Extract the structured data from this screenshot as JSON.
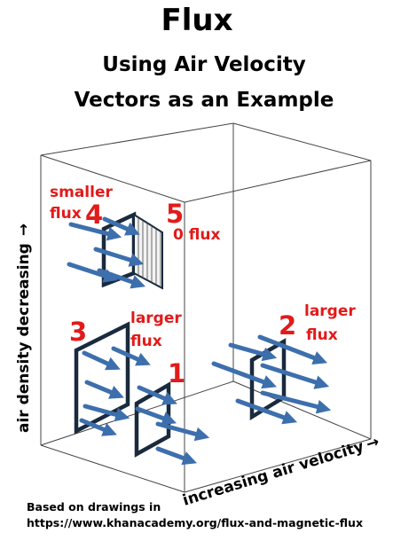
{
  "title": "Flux",
  "subtitle_line1": "Using Air Velocity",
  "subtitle_line2": "Vectors as an Example",
  "y_axis_label": "air density decreasing",
  "x_axis_label": "increasing air velocity",
  "credit_line1": "Based on drawings in",
  "credit_line2": "https://www.khanacademy.org/flux-and-magnetic-flux",
  "colors": {
    "label": "#e21a1a",
    "arrow": "#3d6fad",
    "frame": "#1a2a3d"
  },
  "surfaces": [
    {
      "number": "1",
      "label": ""
    },
    {
      "number": "2",
      "label_line1": "larger",
      "label_line2": "flux"
    },
    {
      "number": "3",
      "label_line1": "larger",
      "label_line2": "flux"
    },
    {
      "number": "4",
      "label_line1": "smaller",
      "label_line2": "flux"
    },
    {
      "number": "5",
      "label_line1": "0 flux",
      "label_line2": ""
    }
  ]
}
